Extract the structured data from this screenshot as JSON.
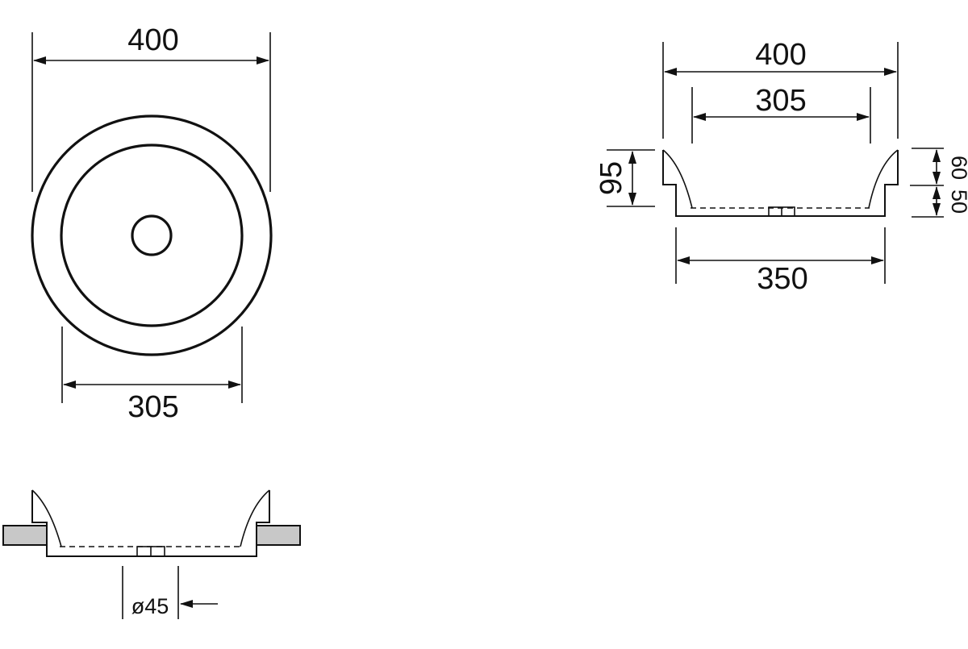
{
  "dimensions": {
    "top_view_outer_diameter": "400",
    "top_view_inner_diameter": "305",
    "side_view_outer_width": "400",
    "side_view_inner_width": "305",
    "side_view_base_width": "350",
    "side_view_total_height": "95",
    "side_view_upper_height": "60",
    "side_view_lower_height": "50",
    "drain_diameter": "ø45"
  },
  "colors": {
    "line": "#111111",
    "countertop_fill": "#c8c8c8",
    "background": "#ffffff"
  }
}
